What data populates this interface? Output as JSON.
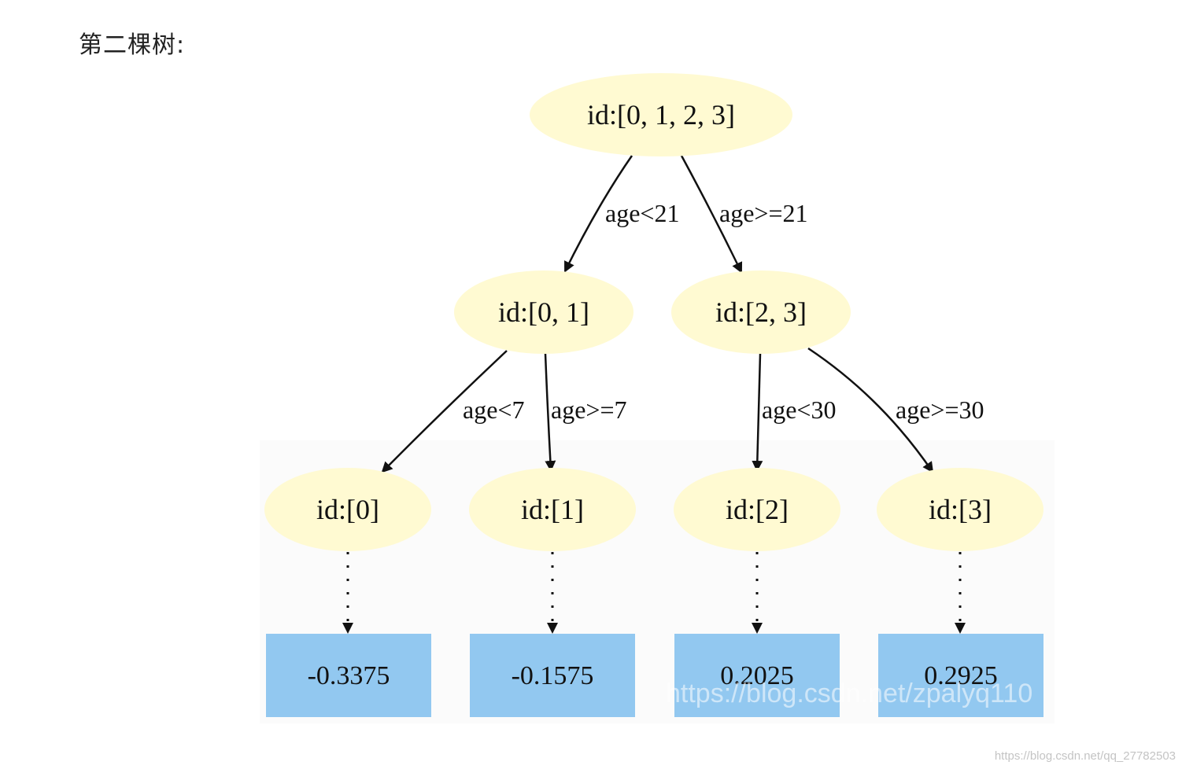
{
  "heading": "第二棵树:",
  "colors": {
    "node_fill": "#fffad2",
    "leaf_fill": "#92c8f0",
    "edge": "#111111"
  },
  "tree": {
    "nodes": [
      {
        "id": "root",
        "label": "id:[0, 1, 2, 3]"
      },
      {
        "id": "n01",
        "label": "id:[0, 1]"
      },
      {
        "id": "n23",
        "label": "id:[2, 3]"
      },
      {
        "id": "n0",
        "label": "id:[0]"
      },
      {
        "id": "n1",
        "label": "id:[1]"
      },
      {
        "id": "n2",
        "label": "id:[2]"
      },
      {
        "id": "n3",
        "label": "id:[3]"
      }
    ],
    "edges": [
      {
        "from": "root",
        "to": "n01",
        "label": "age<21"
      },
      {
        "from": "root",
        "to": "n23",
        "label": "age>=21"
      },
      {
        "from": "n01",
        "to": "n0",
        "label": "age<7"
      },
      {
        "from": "n01",
        "to": "n1",
        "label": "age>=7"
      },
      {
        "from": "n23",
        "to": "n2",
        "label": "age<30"
      },
      {
        "from": "n23",
        "to": "n3",
        "label": "age>=30"
      }
    ],
    "leaves": [
      {
        "of": "n0",
        "value": "-0.3375"
      },
      {
        "of": "n1",
        "value": "-0.1575"
      },
      {
        "of": "n2",
        "value": "0.2025"
      },
      {
        "of": "n3",
        "value": "0.2925"
      }
    ]
  },
  "watermark": "https://blog.csdn.net/zpalyq110",
  "corner_watermark": "https://blog.csdn.net/qq_27782503"
}
